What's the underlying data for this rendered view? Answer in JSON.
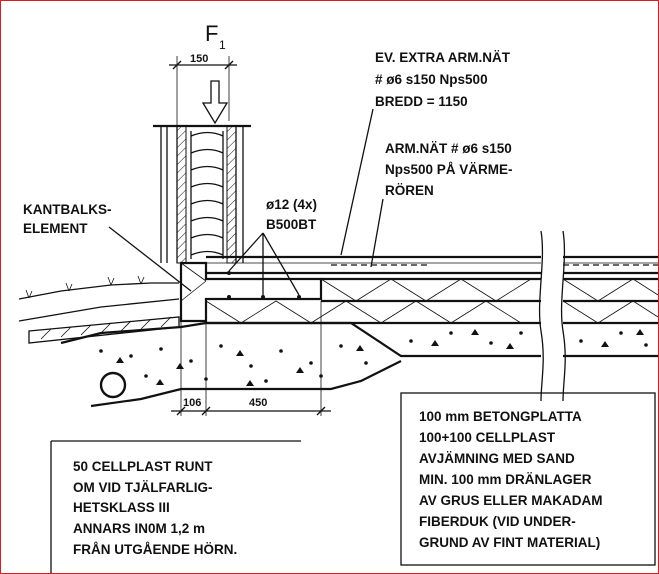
{
  "force": {
    "symbol": "F",
    "subscript": "1"
  },
  "dimensions": {
    "wall_width": "150",
    "edge": "106",
    "insulation_width": "450"
  },
  "labels": {
    "extra_mesh": [
      "EV. EXTRA ARM.NÄT",
      "# ø6 s150 Nps500",
      "BREDD = 1150"
    ],
    "mesh": [
      "ARM.NÄT # ø6 s150",
      "Nps500 PÅ VÄRME-",
      "RÖREN"
    ],
    "edge_beam": [
      "KANTBALKS-",
      "ELEMENT"
    ],
    "rebar": [
      "ø12 (4x)",
      "B500BT"
    ]
  },
  "notes": {
    "left": [
      "50 CELLPLAST RUNT",
      "OM VID TJÄLFARLIG-",
      "HETSKLASS III",
      "ANNARS IN0M 1,2 m",
      "FRÅN UTGÅENDE HÖRN."
    ],
    "right": [
      "100 mm BETONGPLATTA",
      "100+100 CELLPLAST",
      "AVJÄMNING MED SAND",
      "MIN. 100 mm DRÄNLAGER",
      "AV GRUS ELLER MAKADAM",
      "FIBERDUK (VID UNDER-",
      "GRUND AV FINT MATERIAL)"
    ]
  }
}
